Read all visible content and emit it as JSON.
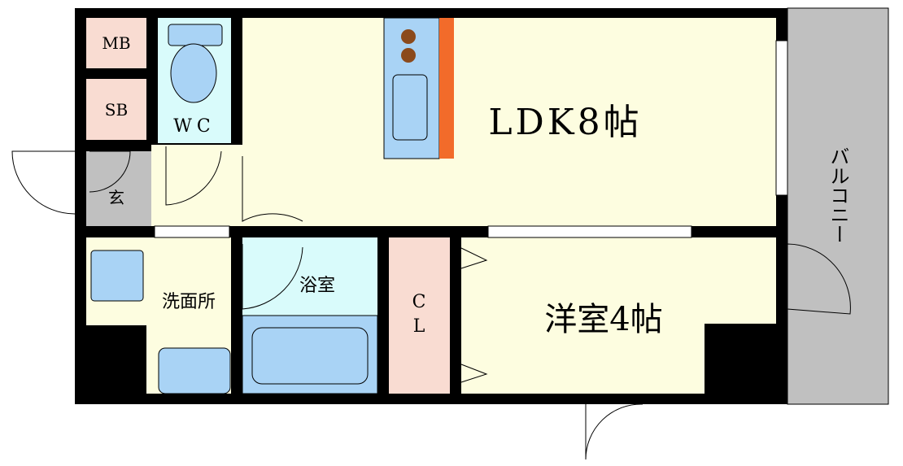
{
  "rooms": {
    "mb": "MB",
    "sb": "SB",
    "wc": "WC",
    "ldk": "LDK8帖",
    "genkan": "玄",
    "senmenjo": "洗面所",
    "yokushitsu": "浴室",
    "cl_top": "C",
    "cl_bottom": "L",
    "yoshitsu": "洋室4帖",
    "balcony": "バルコニー"
  },
  "colors": {
    "wall": "#000000",
    "pink": "#f9dcd2",
    "cyan": "#d9fbfb",
    "yellow": "#fdfde0",
    "gray": "#c0c0c0",
    "fixture_blue": "#a9d3f5",
    "counter_orange": "#f26b2a",
    "burner": "#8b4a1c"
  }
}
